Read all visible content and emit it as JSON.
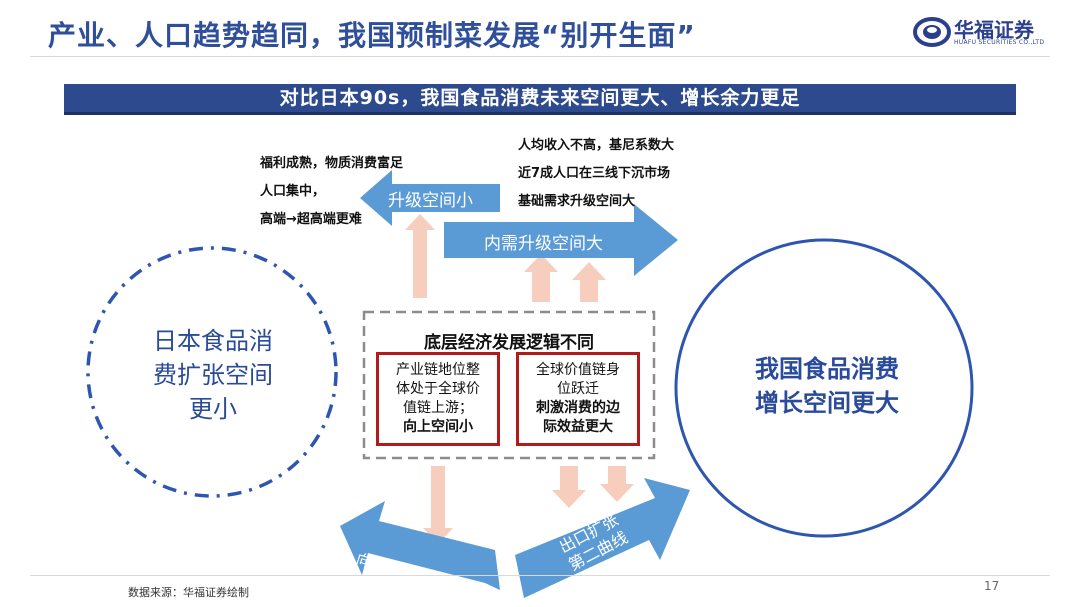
{
  "header": {
    "title": "产业、人口趋势趋同，我国预制菜发展“别开生面”",
    "logo_name": "华福证券",
    "logo_sub": "HUAFU SECURITIES CO.,LTD"
  },
  "banner": {
    "text": "对比日本90s，我国食品消费未来空间更大、增长余力更足"
  },
  "left_notes": {
    "line1": "福利成熟，物质消费富足",
    "line2": "人口集中，",
    "line3": "高端→超高端更难"
  },
  "right_notes": {
    "line1": "人均收入不高，基尼系数大",
    "line2": "近7成人口在三线下沉市场",
    "line3": "基础需求升级空间大"
  },
  "arrows": {
    "upgrade_small": "升级空间小",
    "domestic_upgrade": "内需升级空间大",
    "downsink_export": "向下沉市场出口",
    "export_line1": "出口扩张",
    "export_line2": "第二曲线"
  },
  "left_circle": {
    "line1": "日本食品消",
    "line2": "费扩张空间",
    "line3": "更小"
  },
  "right_circle": {
    "line1": "我国食品消费",
    "line2": "增长空间更大"
  },
  "center": {
    "title": "底层经济发展逻辑不同",
    "box1": {
      "line1": "产业链地位整",
      "line2": "体处于全球价",
      "line3": "值链上游；",
      "line4": "向上空间小"
    },
    "box2": {
      "line1": "全球价值链身",
      "line2": "位跃迁",
      "line3": "刺激消费的边",
      "line4": "际效益更大"
    }
  },
  "footer": {
    "source": "数据来源：华福证券绘制",
    "page": "17"
  },
  "colors": {
    "brand_blue": "#2e4a8e",
    "arrow_blue": "#5b9bd5",
    "circle_blue": "#2e56b0",
    "red_border": "#b11b1b",
    "pink_arrow": "#f7cdbd"
  }
}
